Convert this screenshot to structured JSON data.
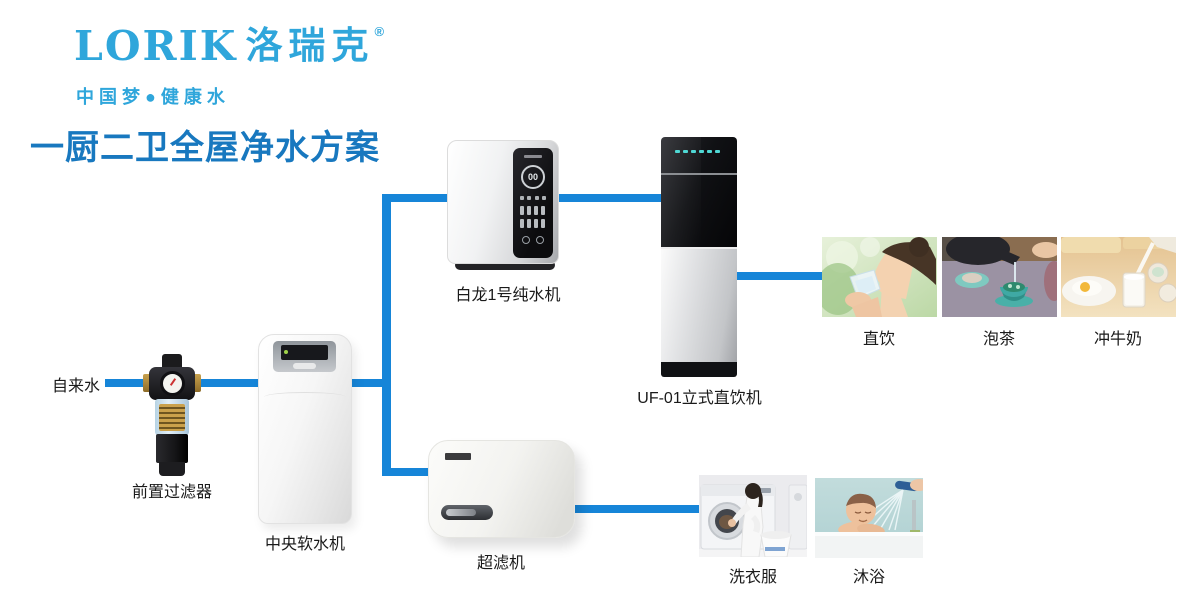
{
  "brand": {
    "logo_latin": "LORIK",
    "logo_cn": "洛瑞克",
    "reg_mark": "®",
    "tagline": "中 国 梦 ● 健 康 水",
    "logo_color": "#2fa6db"
  },
  "title": {
    "text": "一厨二卫全屋净水方案",
    "color": "#1878bf"
  },
  "diagram": {
    "line_color": "#1685d8",
    "source": {
      "label": "自来水"
    },
    "devices": {
      "prefilter": {
        "label": "前置过滤器"
      },
      "softener": {
        "label": "中央软水机"
      },
      "purifier": {
        "label": "白龙1号纯水机",
        "display_value": "00"
      },
      "dispenser": {
        "label": "UF-01立式直饮机"
      },
      "ultrafilter": {
        "label": "超滤机"
      }
    },
    "usages": {
      "drink": {
        "label": "直饮"
      },
      "tea": {
        "label": "泡茶"
      },
      "milk": {
        "label": "冲牛奶"
      },
      "laundry": {
        "label": "洗衣服"
      },
      "bath": {
        "label": "沐浴"
      }
    }
  }
}
